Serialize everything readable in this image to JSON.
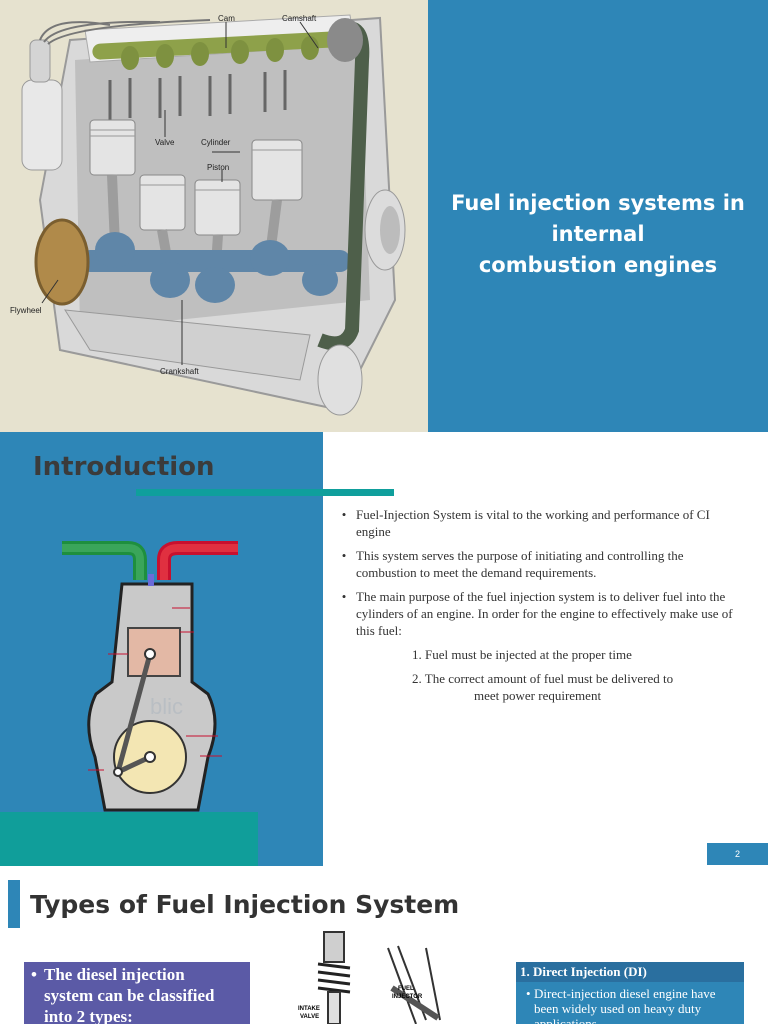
{
  "slide1": {
    "title_lines": [
      "Fuel injection systems in",
      "internal",
      "combustion engines"
    ],
    "diagram_labels": {
      "cam": "Cam",
      "camshaft": "Camshaft",
      "valve": "Valve",
      "cylinder": "Cylinder",
      "piston": "Piston",
      "flywheel": "Flywheel",
      "crankshaft": "Crankshaft"
    }
  },
  "slide2": {
    "title": "Introduction",
    "bullets": [
      "Fuel-Injection System is vital to the working and performance of CI engine",
      "This system serves the purpose of initiating and controlling the combustion to meet the demand requirements.",
      "The main purpose of the fuel injection system is to deliver fuel into the cylinders of an engine. In order for the engine to effectively make use of this fuel:"
    ],
    "numbered": [
      "1. Fuel must be injected at the proper time",
      "2. The correct amount of fuel must be delivered to",
      "meet power requirement"
    ],
    "page_number": "2",
    "watermark": "blic"
  },
  "slide3": {
    "title": "Types of Fuel Injection System",
    "purple_box_lines": [
      "The diesel injection",
      "system can be classified",
      "into 2 types:"
    ],
    "image_labels": {
      "intake": "INTAKE",
      "valve": "VALVE",
      "fuel": "FUEL",
      "injector": "INJECTOR"
    },
    "di_heading": "1.   Direct Injection (DI)",
    "di_text": "Direct-injection diesel engine have been widely used on heavy duty applications"
  },
  "colors": {
    "accent_blue": "#2e86b7",
    "teal": "#109e9a",
    "purple": "#5b5aa6",
    "beige": "#e6e2cf"
  }
}
